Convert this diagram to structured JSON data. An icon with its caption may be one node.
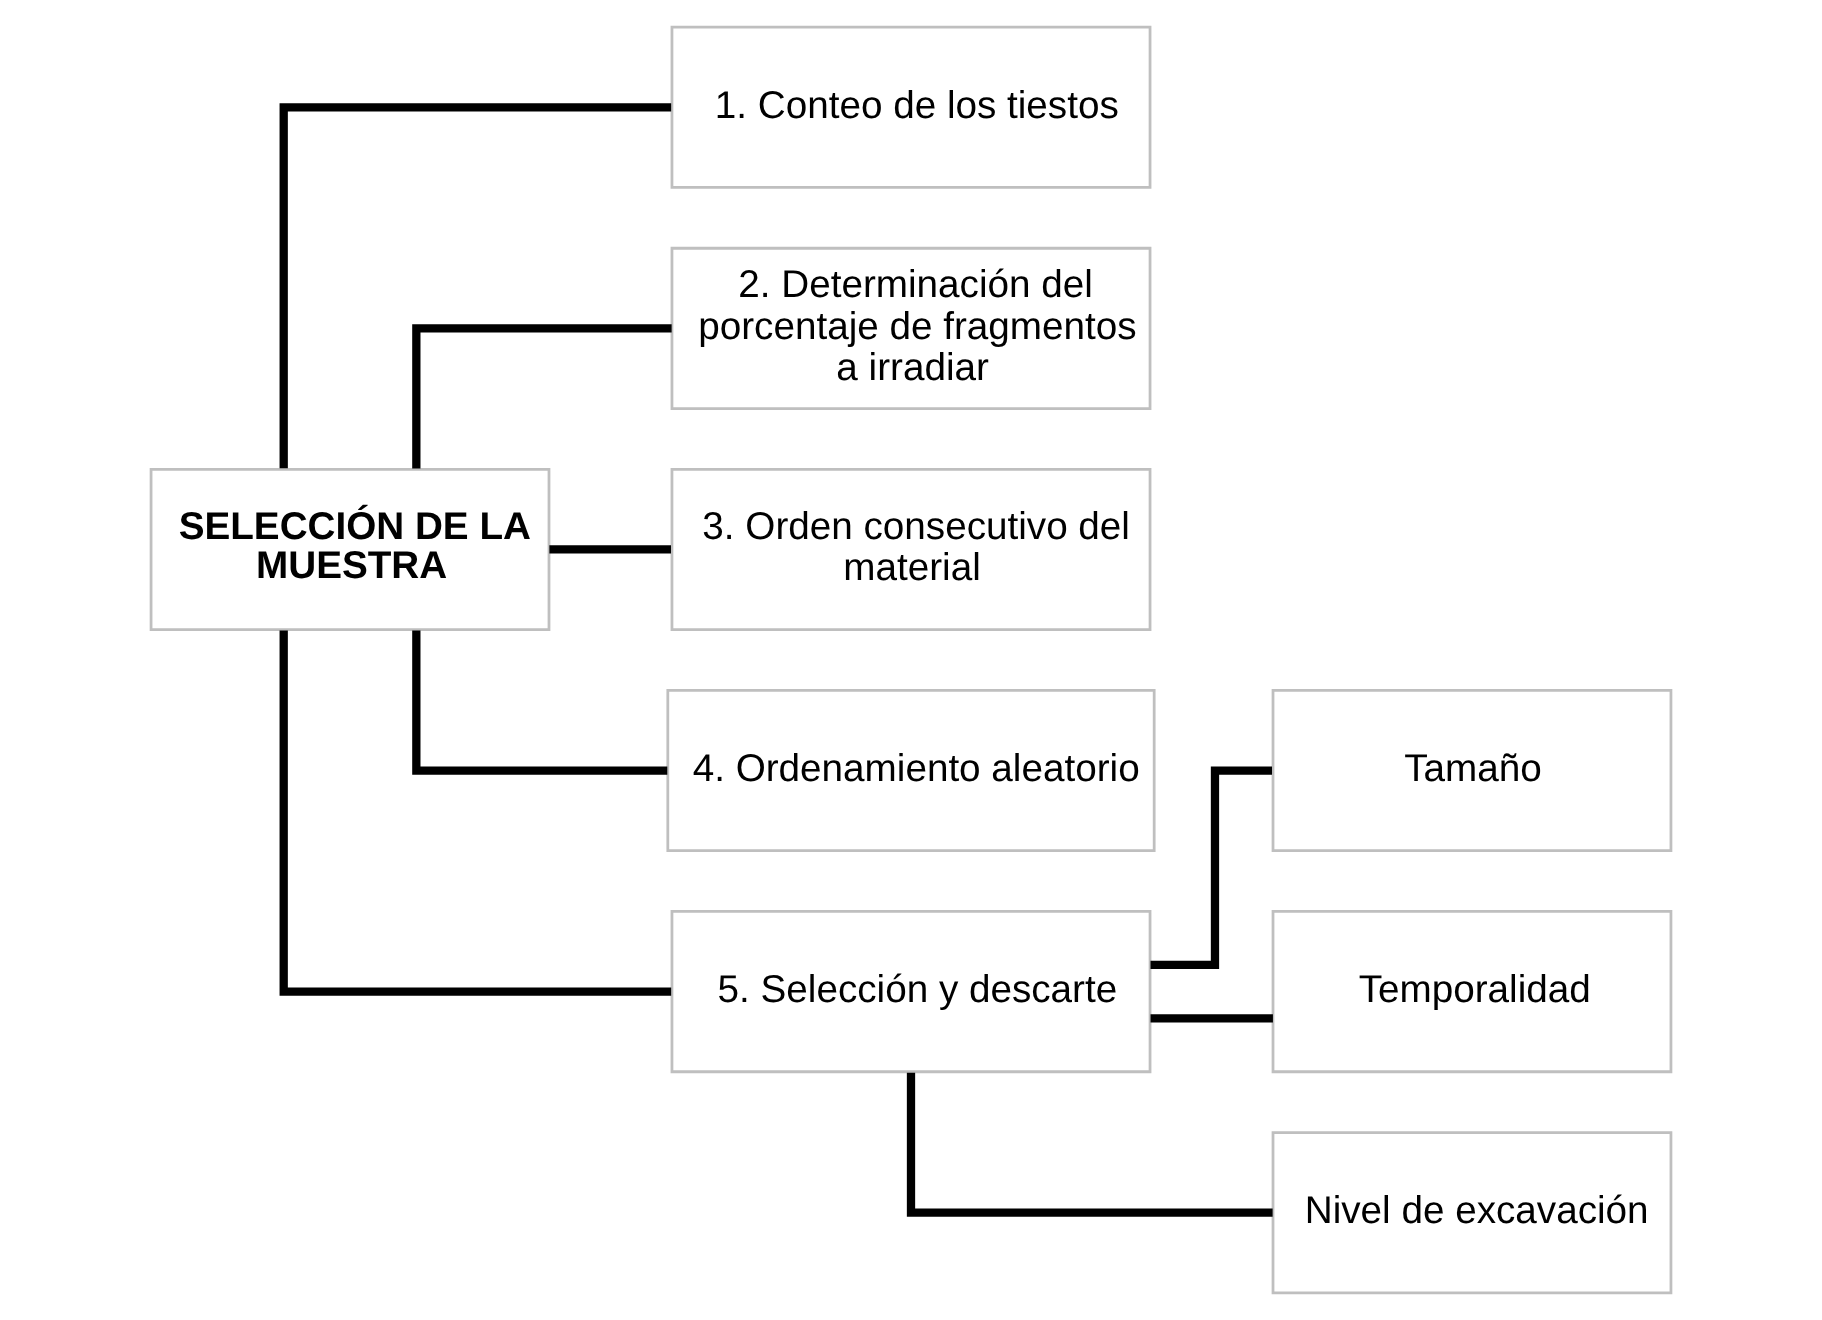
{
  "diagram": {
    "nodes": [
      {
        "text": [
          "SELECCIÓN DE LA MUESTRA"
        ]
      },
      {
        "text": [
          "1. Conteo de los tiestos"
        ]
      },
      {
        "text": [
          "2. Determinación del porcentaje de fragmentos a irradiar"
        ]
      },
      {
        "text": [
          "3. Orden consecutivo del material"
        ]
      },
      {
        "text": [
          "4. Ordenamiento aleatorio"
        ]
      },
      {
        "text": [
          "5. Selección y descarte"
        ]
      },
      {
        "text": [
          "Tamaño"
        ]
      },
      {
        "text": [
          "Temporalidad"
        ]
      },
      {
        "text": [
          "Nivel de excavación"
        ]
      }
    ],
    "edges": [
      {
        "from": 0,
        "to": 1,
        "arrow": "none"
      },
      {
        "from": 0,
        "to": 2,
        "arrow": "none"
      },
      {
        "from": 0,
        "to": 3,
        "arrow": "none"
      },
      {
        "from": 0,
        "to": 4,
        "arrow": "none"
      },
      {
        "from": 0,
        "to": 5,
        "arrow": "none"
      },
      {
        "from": 5,
        "to": 6,
        "arrow": "none"
      },
      {
        "from": 5,
        "to": 7,
        "arrow": "none"
      },
      {
        "from": 5,
        "to": 8,
        "arrow": "none"
      }
    ]
  }
}
